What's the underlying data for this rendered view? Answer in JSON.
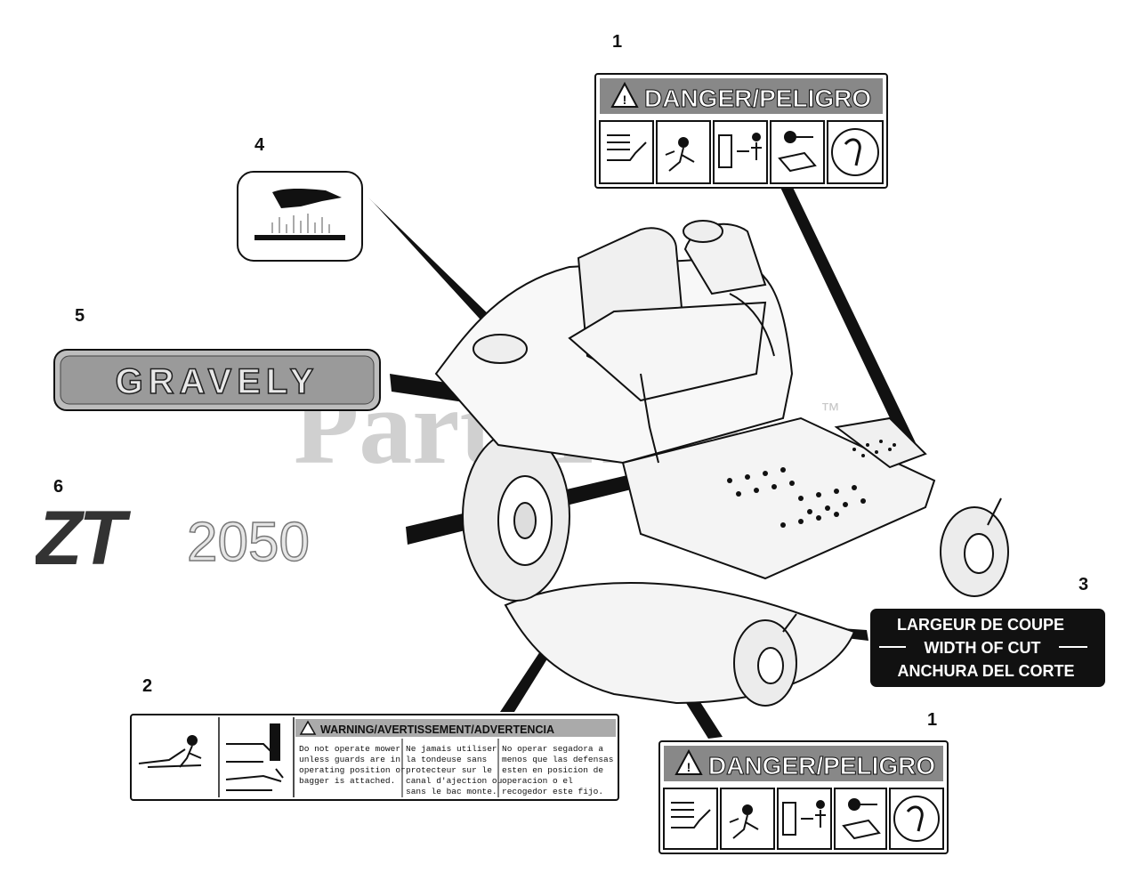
{
  "callouts": [
    "1",
    "4",
    "5",
    "6",
    "3",
    "2",
    "1"
  ],
  "watermark": {
    "text": "PartsTree",
    "mark": "™",
    "color": "#c8c8c8"
  },
  "decal_danger": {
    "header": "DANGER/PELIGRO",
    "icons": [
      "read-manual-icon",
      "thrown-objects-icon",
      "bystander-distance-icon",
      "remove-key-icon",
      "foot-hazard-icon"
    ]
  },
  "decal_hot_surface": {
    "icon": "hot-surface-hand-icon"
  },
  "decal_logo": {
    "text": "GRAVELY"
  },
  "decal_model": {
    "prefix": "ZT",
    "number": "2050"
  },
  "decal_width": {
    "lines": [
      "LARGEUR DE COUPE",
      "WIDTH OF CUT",
      "ANCHURA DEL CORTE"
    ]
  },
  "decal_warning": {
    "header": "WARNING/AVERTISSEMENT/ADVERTENCIA",
    "col_en": [
      "Do not operate mower",
      "unless guards are in",
      "operating position or",
      "bagger is attached."
    ],
    "col_fr": [
      "Ne jamais utiliser",
      "la tondeuse sans",
      "protecteur sur le",
      "canal d'ajection ou",
      "sans le bac monte."
    ],
    "col_es": [
      "No operar segadora a",
      "menos que las defensas",
      "esten en posicion de",
      "operacion o el",
      "recogedor este fijo."
    ]
  },
  "colors": {
    "ink": "#111111",
    "paper": "#ffffff",
    "grey": "#cccccc"
  }
}
